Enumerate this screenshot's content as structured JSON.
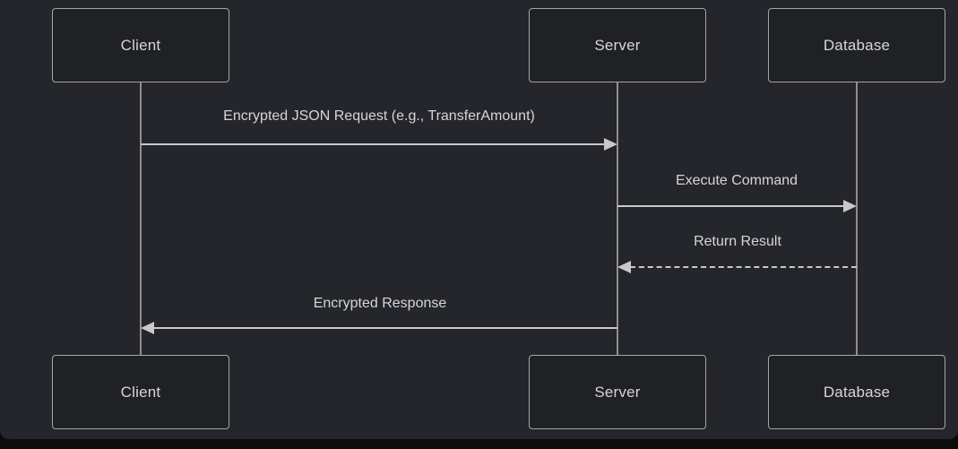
{
  "diagram": {
    "type": "sequence-diagram",
    "participants": [
      {
        "id": "client",
        "label": "Client"
      },
      {
        "id": "server",
        "label": "Server"
      },
      {
        "id": "database",
        "label": "Database"
      }
    ],
    "messages": [
      {
        "from": "client",
        "to": "server",
        "label": "Encrypted JSON Request (e.g., TransferAmount)",
        "line_style": "solid"
      },
      {
        "from": "server",
        "to": "database",
        "label": "Execute Command",
        "line_style": "solid"
      },
      {
        "from": "database",
        "to": "server",
        "label": "Return Result",
        "line_style": "dotted"
      },
      {
        "from": "server",
        "to": "client",
        "label": "Encrypted Response",
        "line_style": "solid"
      }
    ],
    "colors": {
      "canvas_background": "#25262b",
      "page_background": "#0c0c0c",
      "actor_fill": "#202124",
      "actor_border": "#a6a6a6",
      "lifeline": "#8f8f8f",
      "arrow": "#c9c9c9",
      "text": "#d6d6d6"
    }
  }
}
